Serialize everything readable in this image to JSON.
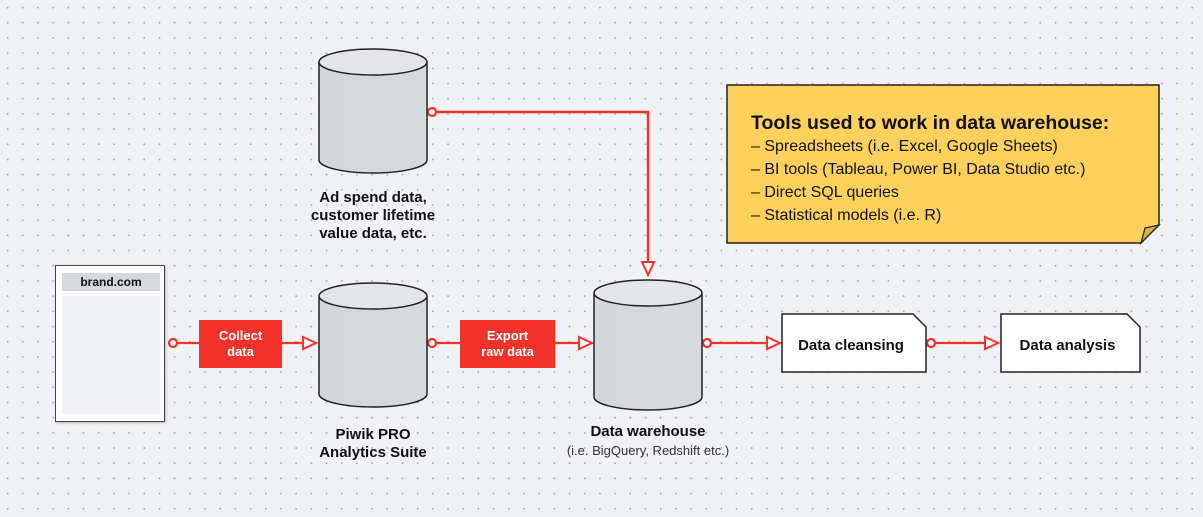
{
  "browser": {
    "title": "brand.com"
  },
  "steps": {
    "collect": {
      "label_line1": "Collect",
      "label_line2": "data"
    },
    "export": {
      "label_line1": "Export",
      "label_line2": "raw data"
    }
  },
  "databases": {
    "ad_spend": {
      "line1": "Ad spend data,",
      "line2": "customer lifetime",
      "line3": "value data, etc."
    },
    "piwik": {
      "line1": "Piwik PRO",
      "line2": "Analytics Suite"
    },
    "warehouse": {
      "title": "Data warehouse",
      "subtitle": "(i.e. BigQuery, Redshift etc.)"
    }
  },
  "processes": {
    "cleansing": {
      "label": "Data cleansing"
    },
    "analysis": {
      "label": "Data analysis"
    }
  },
  "note": {
    "title": "Tools used to work in data warehouse:",
    "items": [
      "– Spreadsheets (i.e. Excel, Google Sheets)",
      "– BI tools (Tableau, Power BI, Data Studio etc.)",
      "– Direct SQL queries",
      "– Statistical models (i.e. R)"
    ]
  },
  "colors": {
    "accent_red": "#f2322b",
    "note_yellow": "#fdd15c",
    "cylinder_fill": "#d5d8de",
    "background": "#f1f2f6"
  }
}
